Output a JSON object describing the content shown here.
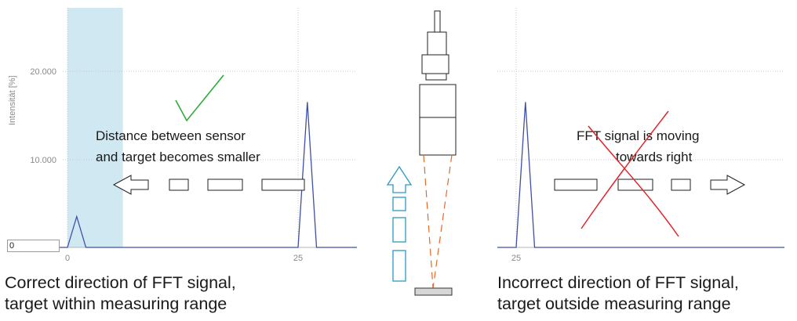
{
  "left_chart": {
    "y_axis_label": "Intensität [%]",
    "y_tick_labels": [
      "20.000",
      "10.000"
    ],
    "x_tick_labels": [
      "0",
      "25"
    ],
    "input_value": "0",
    "annotation_line1": "Distance between sensor",
    "annotation_line2": "and target becomes smaller",
    "caption_line1": "Correct direction of FFT signal,",
    "caption_line2": "target within measuring range",
    "check_mark_color": "#2eaa3c",
    "highlight_color": "#cfe8f2"
  },
  "right_chart": {
    "x_tick_labels": [
      "25"
    ],
    "annotation_line1": "FFT signal is moving",
    "annotation_line2": "towards right",
    "caption_line1": "Incorrect direction of FFT signal,",
    "caption_line2": "target outside measuring range",
    "cross_color": "#e0242c"
  },
  "colors": {
    "signal": "#3f4fa8",
    "laser": "#e06a2a",
    "upward_arrow": "#2b9ac0",
    "grid": "#c8c8c8"
  },
  "chart_data": [
    {
      "type": "line",
      "x_ticks": [
        0,
        25
      ],
      "y_ticks": [
        10000,
        20000
      ],
      "x": [
        0,
        1,
        2,
        25,
        26,
        27
      ],
      "y": [
        0,
        3500,
        0,
        0,
        16500,
        0
      ],
      "highlight_x_range": [
        0,
        6
      ]
    },
    {
      "type": "line",
      "x_ticks": [
        25
      ],
      "x": [
        25,
        26,
        27
      ],
      "y": [
        0,
        16500,
        0
      ]
    }
  ]
}
